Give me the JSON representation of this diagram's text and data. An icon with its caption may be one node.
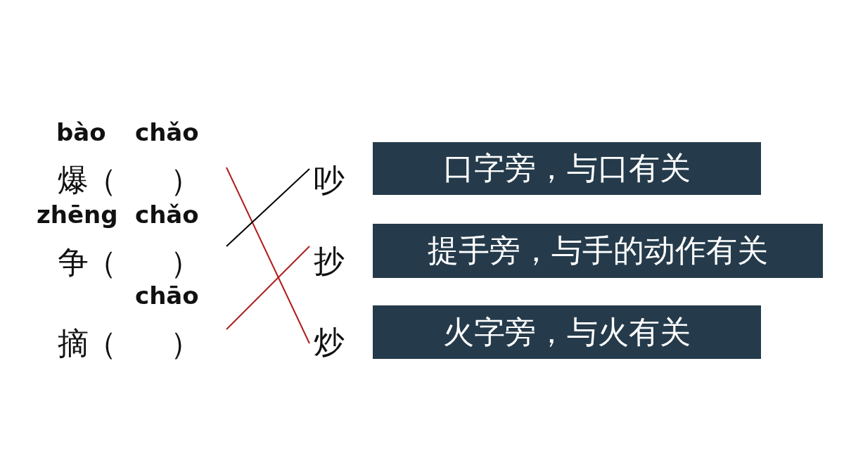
{
  "diagram": {
    "nodes": [
      {
        "text": [
          "爆（　　）"
        ],
        "beside": [
          "bào",
          "chǎo"
        ]
      },
      {
        "text": [
          "争（　　）"
        ],
        "beside": [
          "zhēng",
          "chǎo"
        ]
      },
      {
        "text": [
          "摘（　　）"
        ],
        "beside": [
          "chāo"
        ]
      },
      {
        "text": [
          "吵"
        ]
      },
      {
        "text": [
          "抄"
        ]
      },
      {
        "text": [
          "炒"
        ]
      },
      {
        "text": [
          "口字旁，与口有关"
        ]
      },
      {
        "text": [
          "提手旁，与手的动作有关"
        ]
      },
      {
        "text": [
          "火字旁，与火有关"
        ]
      }
    ],
    "edges": [
      {
        "from": 0,
        "to": 5,
        "arrow": "none"
      },
      {
        "from": 1,
        "to": 3,
        "arrow": "none",
        "color": "#000000"
      },
      {
        "from": 2,
        "to": 4,
        "arrow": "none"
      }
    ]
  }
}
